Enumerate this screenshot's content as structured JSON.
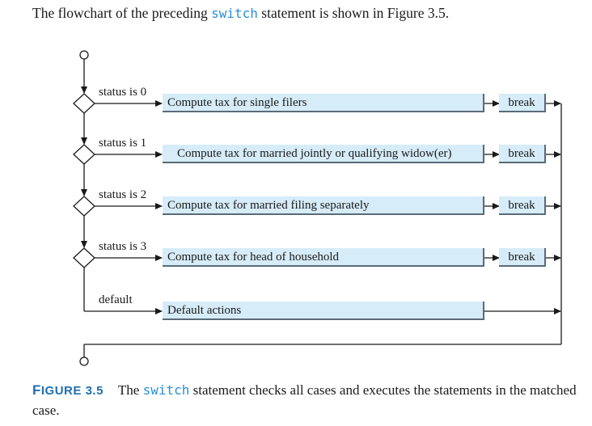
{
  "intro": {
    "before": "The flowchart of the preceding ",
    "code": "switch",
    "after": " statement is shown in Figure 3.5."
  },
  "flowchart": {
    "cases": [
      {
        "condition": "status is 0",
        "action": "Compute tax for single filers",
        "break_label": "break"
      },
      {
        "condition": "status is 1",
        "action": "Compute tax for married jointly or qualifying widow(er)",
        "break_label": "break"
      },
      {
        "condition": "status is 2",
        "action": "Compute tax for married filing separately",
        "break_label": "break"
      },
      {
        "condition": "status is 3",
        "action": "Compute tax for head of household",
        "break_label": "break"
      }
    ],
    "default_label": "default",
    "default_action": "Default actions"
  },
  "caption": {
    "figure_prefix": "F",
    "figure_rest": "IGURE 3.5",
    "before": "The ",
    "code": "switch",
    "after": " statement checks all cases and executes the statements in the matched case."
  },
  "colors": {
    "box_fill": "#d6ecf8",
    "code_text": "#2a8fd6",
    "figure_label": "#1f6fb2"
  }
}
